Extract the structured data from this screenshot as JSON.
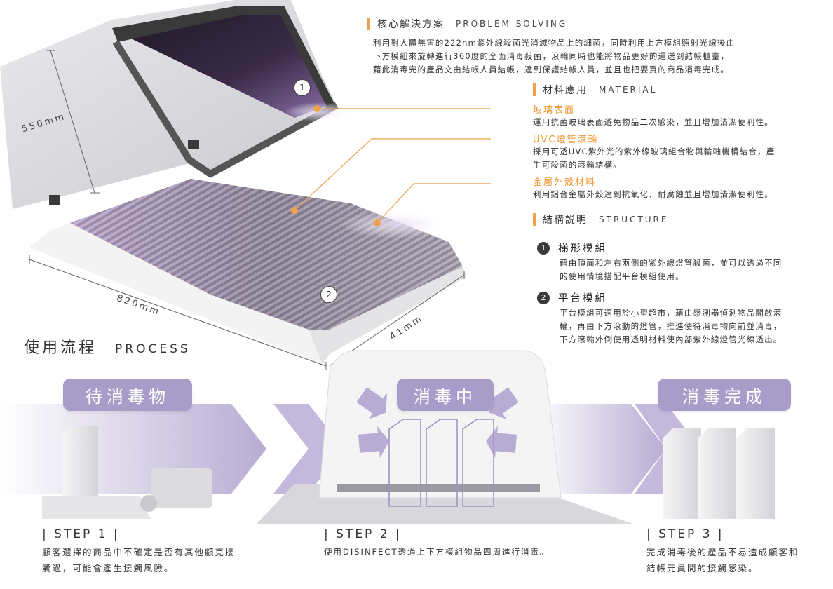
{
  "product": {
    "dim_height": "550mm",
    "dim_width": "820mm",
    "dim_depth": "41mm",
    "callout_1": "1",
    "callout_2": "2"
  },
  "solution": {
    "title_zh": "核心解決方案",
    "title_en": "PROBLEM SOLVING",
    "lines": [
      "利用對人體無害的222nm紫外線殺菌光消滅物品上的細菌，同時利用上方模組照射光線後由",
      "下方模組來旋轉進行360度的全面消毒殺菌，滾輪同時也能將物品更好的運送到結帳櫃臺，",
      "藉此消毒完的產品交由結帳人員結帳，達到保護結帳人員，並且也把要買的商品消毒完成。"
    ]
  },
  "material": {
    "title_zh": "材料應用",
    "title_en": "MATERIAL",
    "items": [
      {
        "name": "玻璃表面",
        "lines": [
          "運用抗菌玻璃表面避免物品二次感染，並且增加清潔便利性。"
        ]
      },
      {
        "name": "UVC燈管滾輪",
        "lines": [
          "採用可透UVC紫外光的紫外線玻璃組合物與輪軸機構結合，產",
          "生可殺菌的滾輪結構。"
        ]
      },
      {
        "name": "金屬外殼材料",
        "lines": [
          "利用鋁合金屬外殼達到抗氧化、耐腐蝕並且增加清潔便利性。"
        ]
      }
    ]
  },
  "structure": {
    "title_zh": "結構説明",
    "title_en": "STRUCTURE",
    "items": [
      {
        "num": "1",
        "name": "梯形模組",
        "lines": [
          "藉由頂面和左右兩側的紫外線燈管殺菌，並可以透過不同",
          "的使用情境搭配平台模組使用。"
        ]
      },
      {
        "num": "2",
        "name": "平台模組",
        "lines": [
          "平台模組可適用於小型超市，藉由感測器偵測物品開啟滾",
          "輪，再由下方滾動的燈管，推進使待消毒物向前並消毒，",
          "下方滾輪外側使用透明材料使內部紫外線燈管光線透出。"
        ]
      }
    ]
  },
  "process": {
    "title_zh": "使用流程",
    "title_en": "PROCESS",
    "stages": [
      "待消毒物",
      "消毒中",
      "消毒完成"
    ],
    "steps": [
      {
        "label": "STEP 1",
        "lines": [
          "顧客選擇的商品中不確定是否有其他顧克接",
          "觸過，可能會產生接觸風險。"
        ]
      },
      {
        "label": "STEP 2",
        "lines": [
          "使用DISINFECT透過上下方模組物品四周進行消毒。"
        ]
      },
      {
        "label": "STEP 3",
        "lines": [
          "完成消毒後的產品不易造成顧客和",
          "結帳元員間的接觸感染。"
        ]
      }
    ]
  },
  "colors": {
    "accent_orange": "#f0a04b",
    "lavender": "#a79dc8",
    "dark_gray": "#3a3a3a"
  }
}
